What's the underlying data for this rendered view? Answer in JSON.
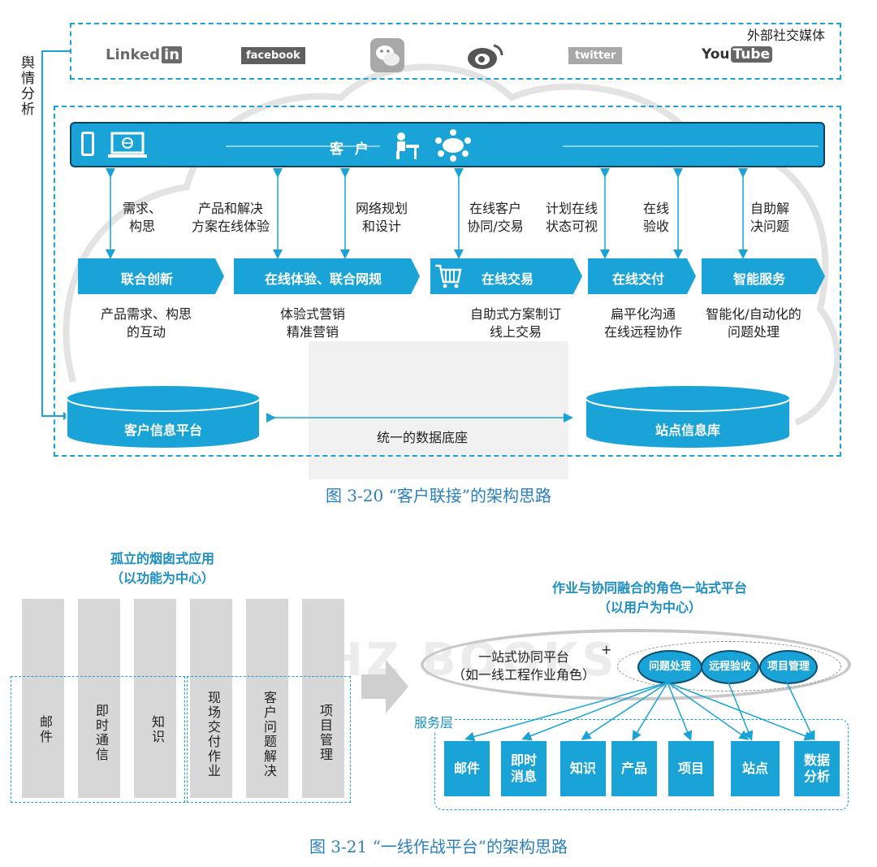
{
  "fig1": {
    "social_label": "外部社交媒体",
    "public_opinion": "舆情分析",
    "logos": {
      "linkedin_text": "Linked",
      "linkedin_in": "in",
      "facebook": "facebook",
      "twitter": "twitter",
      "youtube_you": "You",
      "youtube_tube": "Tube"
    },
    "customer_label": "客 户",
    "interactions": [
      "需求、\n构思",
      "产品和解决\n方案在线体验",
      "网络规划\n和设计",
      "在线客户\n协同/交易",
      "计划在线\n状态可视",
      "在线\n验收",
      "自助解\n决问题"
    ],
    "stages": [
      "联合创新",
      "在线体验、联合网规",
      "在线交易",
      "在线交付",
      "智能服务"
    ],
    "stage_desc": [
      "产品需求、构思\n的互动",
      "体验式营销\n精准营销",
      "自助式方案制订\n线上交易",
      "扁平化沟通\n在线远程协作",
      "智能化/自动化的\n问题处理"
    ],
    "db_left": "客户信息平台",
    "db_right": "站点信息库",
    "db_link": "统一的数据底座",
    "caption": "图 3-20 “客户联接”的架构思路"
  },
  "fig2": {
    "left_title": "孤立的烟囱式应用\n（以功能为中心）",
    "columns": [
      "邮件",
      "即时通信",
      "知识",
      "现场交付作业",
      "客户问题解决",
      "项目管理"
    ],
    "right_title": "作业与协同融合的角色一站式平台\n（以用户为中心）",
    "platform_text": "一站式协同平台\n（如一线工程作业角色）",
    "plus": "+",
    "modules": [
      "问题处理",
      "远程验收",
      "项目管理"
    ],
    "service_layer": "服务层",
    "services": [
      "邮件",
      "即时\n消息",
      "知识",
      "产品",
      "项目",
      "站点",
      "数据\n分析"
    ],
    "watermark": "HZ BOOKS",
    "caption": "图 3-21 “一线作战平台”的架构思路"
  },
  "colors": {
    "accent": "#1aa3d6",
    "dark_blue": "#0f77b5",
    "gray_column": "#d7d7d7",
    "caption": "#2a7fbf"
  }
}
